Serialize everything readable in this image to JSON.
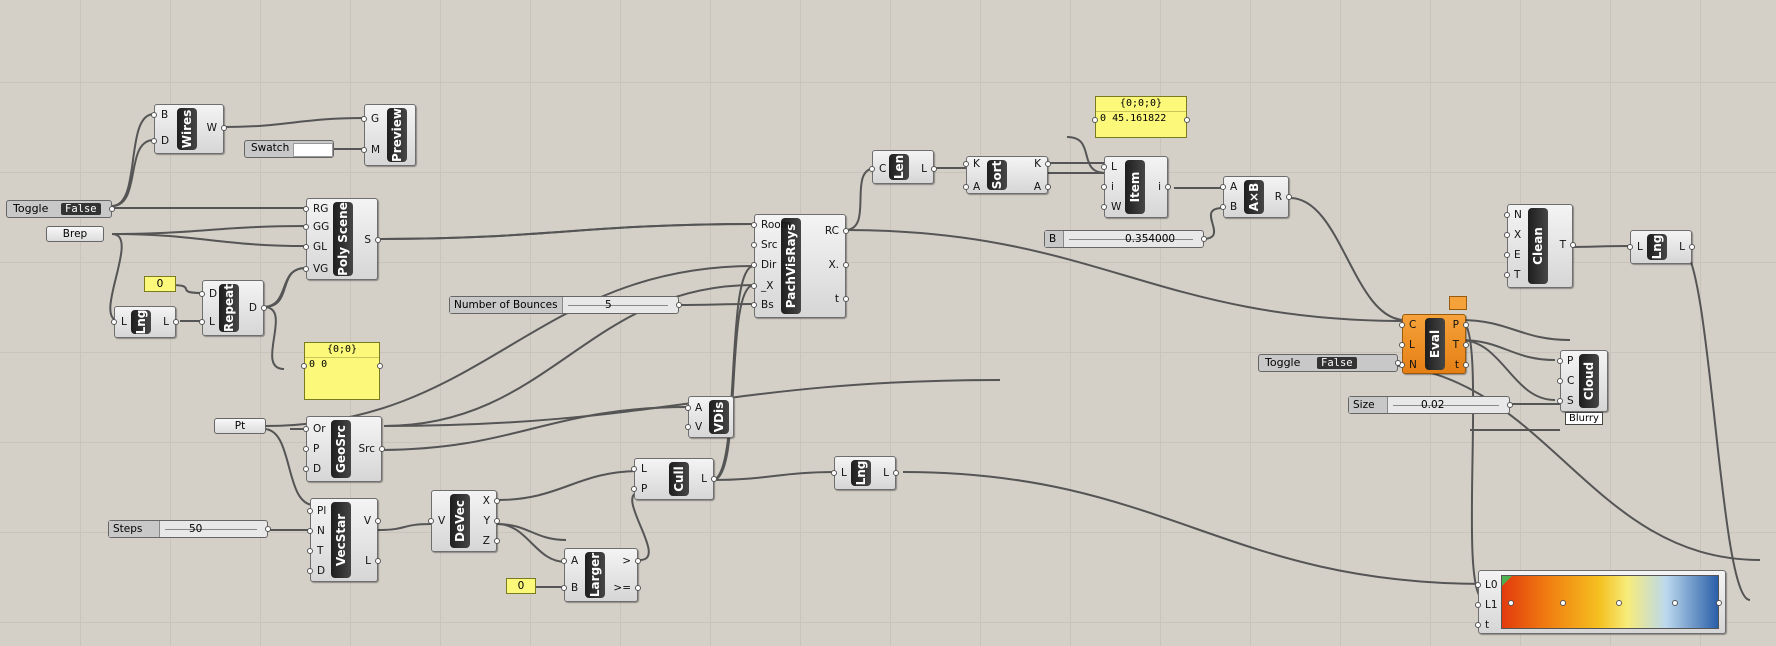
{
  "components": {
    "wires": {
      "nick": "Wires",
      "inputs": [
        "B",
        "D"
      ],
      "outputs": [
        "W"
      ]
    },
    "preview": {
      "nick": "Preview",
      "inputs": [
        "G",
        "M"
      ]
    },
    "swatch": {
      "label": "Swatch"
    },
    "toggle1": {
      "label": "Toggle",
      "value": "False"
    },
    "brep": {
      "label": "Brep"
    },
    "poly_scene": {
      "nick": "Poly Scene",
      "inputs": [
        "RG",
        "GG",
        "GL",
        "VG"
      ],
      "outputs": [
        "S"
      ]
    },
    "num_zero1": {
      "value": "0"
    },
    "repeat": {
      "nick": "Repeat",
      "inputs": [
        "D",
        "L"
      ],
      "outputs": [
        "D"
      ]
    },
    "lng1": {
      "nick": "Lng",
      "inputs": [
        "L"
      ],
      "outputs": [
        "L"
      ]
    },
    "panel1": {
      "header": "{0;0}",
      "row_index": "0",
      "row_value": "0"
    },
    "bounces": {
      "label": "Number of Bounces",
      "value": "5"
    },
    "pachvisrays": {
      "nick": "PachVisRays",
      "inputs": [
        "Room",
        "Src",
        "Dir",
        "_X",
        "Bs"
      ],
      "outputs": [
        "RC",
        "X.",
        "t"
      ]
    },
    "len": {
      "nick": "Len",
      "inputs": [
        "C"
      ],
      "outputs": [
        "L"
      ]
    },
    "sort": {
      "nick": "Sort",
      "inputs": [
        "K",
        "A"
      ],
      "outputs": [
        "K",
        "A"
      ]
    },
    "item": {
      "nick": "Item",
      "inputs": [
        "L",
        "i",
        "W"
      ],
      "outputs": [
        "i"
      ]
    },
    "panel2": {
      "header": "{0;0;0}",
      "row_index": "0",
      "row_value": "45.161822"
    },
    "b_slider": {
      "label": "B",
      "value": "0.354000"
    },
    "axb": {
      "nick": "A×B",
      "inputs": [
        "A",
        "B"
      ],
      "outputs": [
        "R"
      ]
    },
    "clean": {
      "nick": "Clean",
      "inputs": [
        "N",
        "X",
        "E",
        "T"
      ],
      "outputs": [
        "T"
      ]
    },
    "lng2": {
      "nick": "Lng",
      "inputs": [
        "L"
      ],
      "outputs": [
        "L"
      ]
    },
    "eval": {
      "nick": "Eval",
      "inputs": [
        "C",
        "L",
        "N"
      ],
      "outputs": [
        "P",
        "T",
        "t"
      ]
    },
    "toggle2": {
      "label": "Toggle",
      "value": "False"
    },
    "cloud": {
      "nick": "Cloud",
      "inputs": [
        "P",
        "C",
        "S"
      ],
      "badge": "Blurry"
    },
    "size": {
      "label": "Size",
      "value": "0.02"
    },
    "pt": {
      "label": "Pt"
    },
    "geosrc": {
      "nick": "GeoSrc",
      "inputs": [
        "Or",
        "P",
        "D"
      ],
      "outputs": [
        "Src"
      ]
    },
    "vdis": {
      "nick": "VDis",
      "inputs": [
        "A",
        "V"
      ]
    },
    "steps": {
      "label": "Steps",
      "value": "50"
    },
    "vecstar": {
      "nick": "VecStar",
      "inputs": [
        "Pl",
        "N",
        "T",
        "D"
      ],
      "outputs": [
        "V",
        "L"
      ]
    },
    "devec": {
      "nick": "DeVec",
      "inputs": [
        "V"
      ],
      "outputs": [
        "X",
        "Y",
        "Z"
      ]
    },
    "cull": {
      "nick": "Cull",
      "inputs": [
        "L",
        "P"
      ],
      "outputs": [
        "L"
      ]
    },
    "lng3": {
      "nick": "Lng",
      "inputs": [
        "L"
      ],
      "outputs": [
        "L"
      ]
    },
    "larger": {
      "nick": "Larger",
      "inputs": [
        "A",
        "B"
      ],
      "outputs": [
        ">",
        ">="
      ]
    },
    "num_zero2": {
      "value": "0"
    },
    "gradient": {
      "inputs": [
        "L0",
        "L1",
        "t"
      ]
    }
  },
  "colors": {
    "canvas": "#d4d0c8",
    "selected": "#e57f14",
    "wire": "#555555",
    "panel": "#fbf87a"
  }
}
